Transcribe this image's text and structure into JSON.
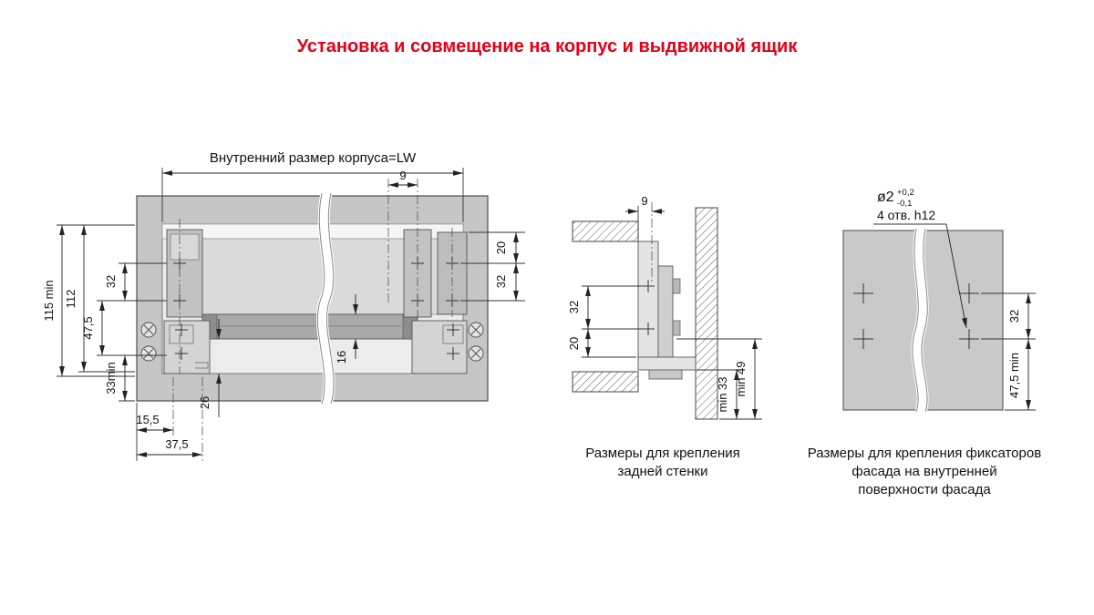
{
  "page": {
    "title": "Установка и совмещение на корпус и выдвижной ящик",
    "accent_color": "#e2001a",
    "background_color": "#ffffff"
  },
  "cabinet_view": {
    "label_inner_width": "Внутренний размер корпуса=LW",
    "dim_9": "9",
    "dim_20": "20",
    "dim_32_right": "32",
    "dim_115_min": "115 min",
    "dim_112": "112",
    "dim_32_left": "32",
    "dim_47_5": "47,5",
    "dim_33_min": "33min",
    "dim_16": "16",
    "dim_26": "26",
    "dim_15_5": "15,5",
    "dim_37_5": "37,5"
  },
  "back_panel_view": {
    "dim_9": "9",
    "dim_32": "32",
    "dim_20": "20",
    "dim_min_33": "min 33",
    "dim_min_49": "min 49",
    "caption": [
      "Размеры для крепления",
      "задней стенки"
    ]
  },
  "facade_view": {
    "hole_callout": {
      "diameter": "ø2",
      "tol_upper": "+0,2",
      "tol_lower": "-0,1",
      "holes": "4 отв. h12"
    },
    "dim_32": "32",
    "dim_47_5_min": "47,5 min",
    "caption": [
      "Размеры для крепления фиксаторов",
      "фасада на внутренней",
      "поверхности фасада"
    ]
  }
}
